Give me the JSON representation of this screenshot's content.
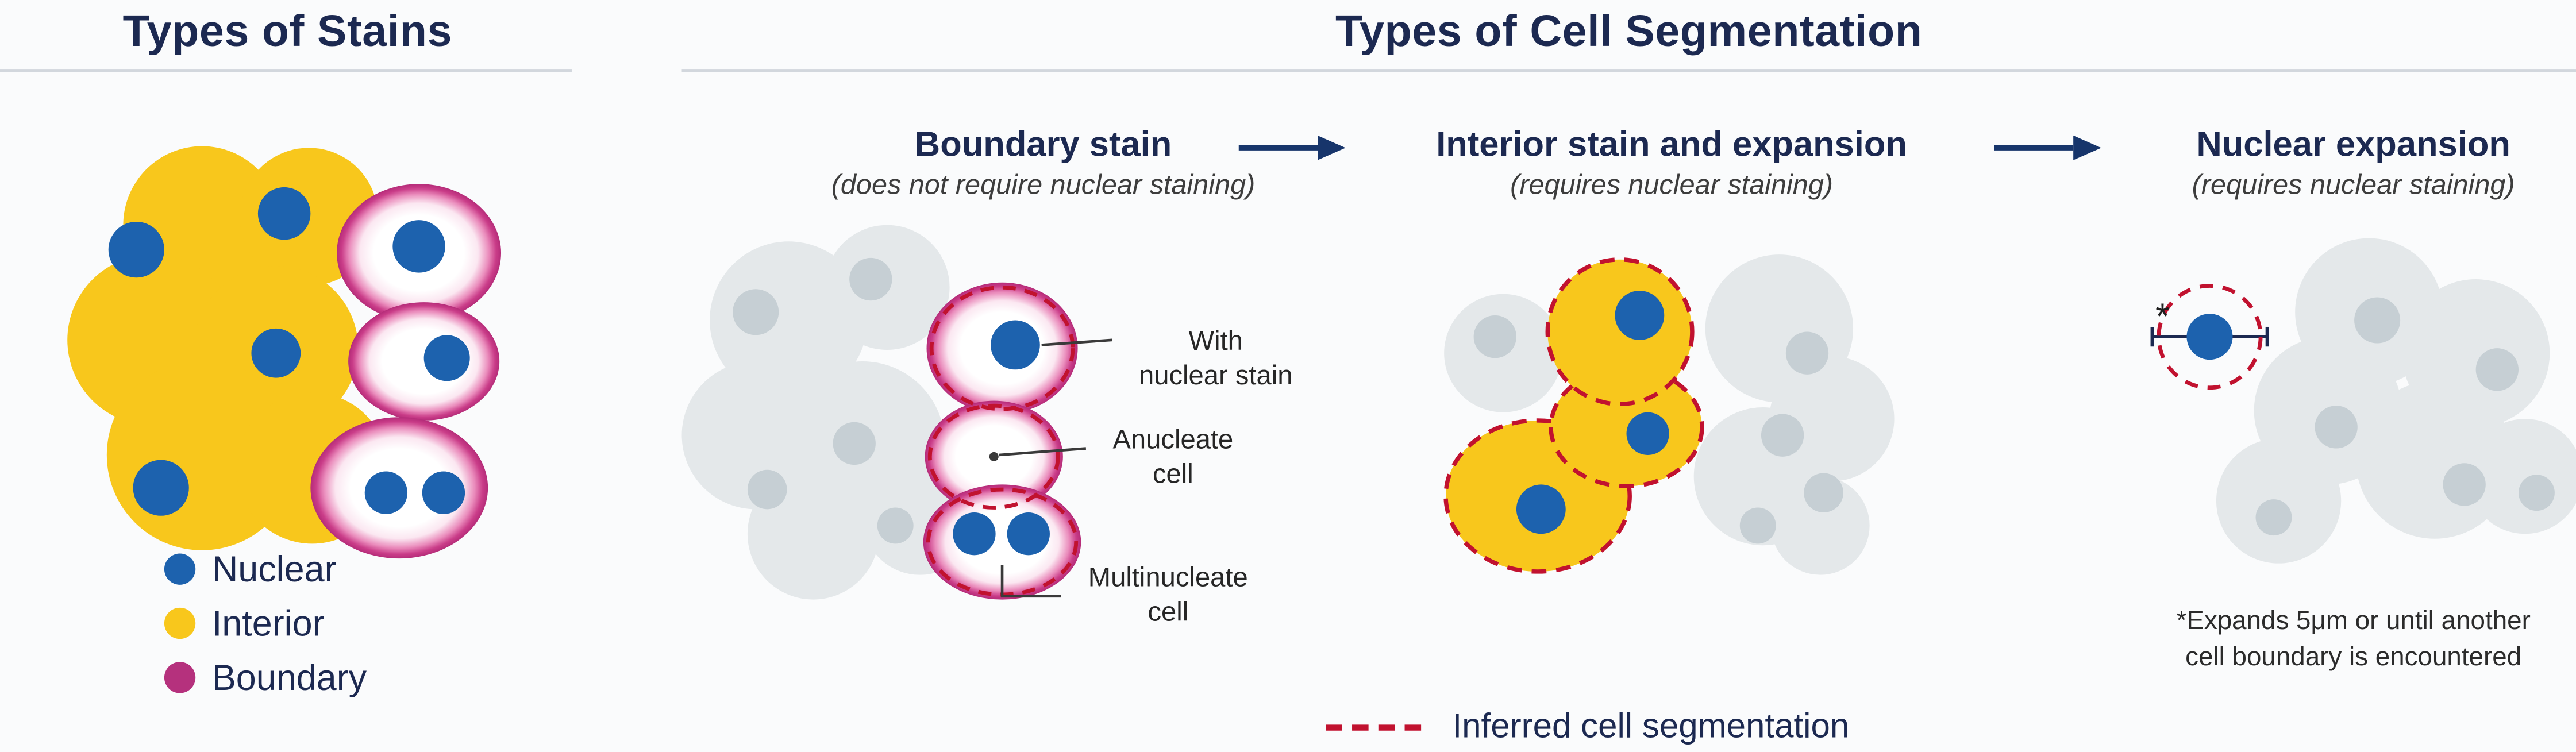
{
  "colors": {
    "nuclear_blue": "#1d62ae",
    "interior_yellow": "#f8c71c",
    "boundary_magenta": "#b5317d",
    "segmentation_red": "#c1122f",
    "title_navy": "#1c2951",
    "arrow_navy": "#17356b",
    "background_cell_gray": "#e4e8ea",
    "background_nucleus_gray": "#c6cfd4"
  },
  "stains_panel": {
    "title": "Types of Stains",
    "legend": {
      "items": [
        {
          "label": "Nuclear",
          "color": "#1d62ae"
        },
        {
          "label": "Interior",
          "color": "#f8c71c"
        },
        {
          "label": "Boundary",
          "color": "#b5317d"
        }
      ]
    }
  },
  "segmentation_section": {
    "title": "Types of Cell Segmentation",
    "panels": [
      {
        "title": "Boundary stain",
        "subtitle": "(does not require nuclear staining)",
        "callouts": {
          "with_nuclear_stain": [
            "With",
            "nuclear stain"
          ],
          "anucleate": [
            "Anucleate",
            "cell"
          ],
          "multinucleate": [
            "Multinucleate",
            "cell"
          ]
        }
      },
      {
        "title": "Interior stain and expansion",
        "subtitle": "(requires nuclear staining)"
      },
      {
        "title": "Nuclear expansion",
        "subtitle": "(requires nuclear staining)",
        "marker": "*",
        "footnote": [
          "*Expands 5μm or until another",
          "cell boundary is encountered"
        ]
      }
    ],
    "legend": {
      "label": "Inferred cell segmentation"
    }
  }
}
